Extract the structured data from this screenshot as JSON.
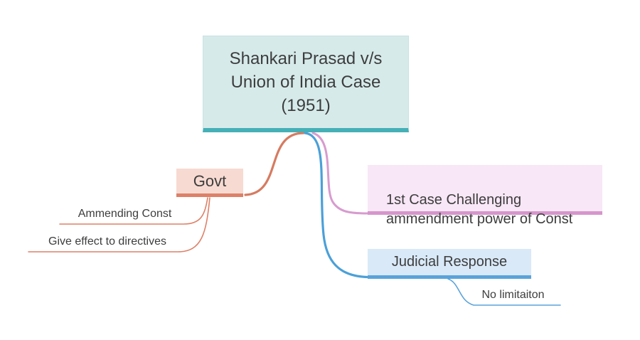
{
  "diagram": {
    "type": "mindmap",
    "palette": {
      "root_fill": "#d7eaea",
      "root_accent": "#45b0b6",
      "govt_fill": "#f7dad1",
      "govt_accent": "#dd8168",
      "first_case_fill": "#f8e7f6",
      "first_case_accent": "#d795cc",
      "judicial_fill": "#d9e9f8",
      "judicial_accent": "#5ba3da",
      "salmon_branch": "#d67b61",
      "blue_branch": "#4ba0d8",
      "pink_branch": "#d79ccf",
      "text": "#3d3d3d",
      "background": "#ffffff"
    },
    "nodes": {
      "root": {
        "label": "Shankari Prasad v/s\nUnion of India Case\n(1951)"
      },
      "govt": {
        "label": "Govt"
      },
      "first_case": {
        "label": "1st Case Challenging\nammendment power of Const"
      },
      "judicial": {
        "label": "Judicial Response"
      },
      "ammending": {
        "label": "Ammending Const"
      },
      "give_effect": {
        "label": "Give effect to directives"
      },
      "no_limitation": {
        "label": "No limitaiton"
      }
    },
    "edges": [
      {
        "from": "root",
        "to": "govt",
        "color": "#d67b61"
      },
      {
        "from": "root",
        "to": "first_case",
        "color": "#d79ccf"
      },
      {
        "from": "root",
        "to": "judicial",
        "color": "#4ba0d8"
      },
      {
        "from": "govt",
        "to": "ammending",
        "color": "#dd8168"
      },
      {
        "from": "govt",
        "to": "give_effect",
        "color": "#dd8168"
      },
      {
        "from": "judicial",
        "to": "no_limitation",
        "color": "#5ba3da"
      }
    ]
  }
}
